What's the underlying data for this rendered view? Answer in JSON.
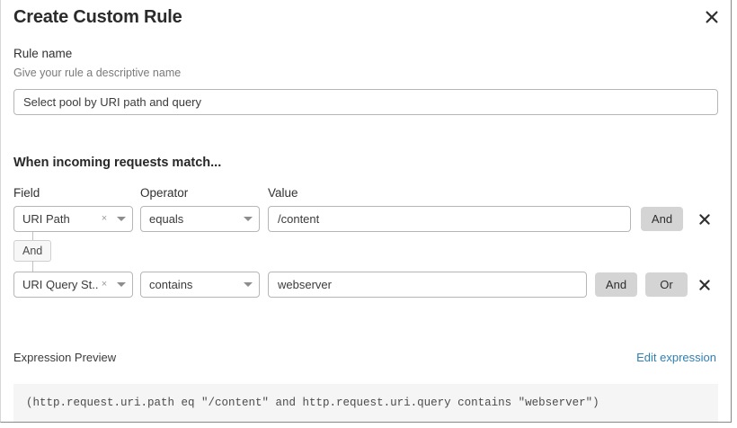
{
  "dialog": {
    "title": "Create Custom Rule",
    "close_icon": "close-icon"
  },
  "rule_name": {
    "label": "Rule name",
    "hint": "Give your rule a descriptive name",
    "value": "Select pool by URI path and query",
    "placeholder": ""
  },
  "conditions": {
    "heading": "When incoming requests match...",
    "columns": {
      "field": "Field",
      "operator": "Operator",
      "value": "Value"
    },
    "connector": {
      "label": "And"
    },
    "rows": [
      {
        "field": "URI Path",
        "operator": "equals",
        "value": "/content",
        "value_placeholder": "",
        "clear_icon": "×",
        "caret_icon": "chevron-down-icon",
        "delete_icon": "close-icon",
        "buttons": [
          "And"
        ]
      },
      {
        "field": "URI Query St...",
        "operator": "contains",
        "value": "webserver",
        "value_placeholder": "",
        "clear_icon": "×",
        "caret_icon": "chevron-down-icon",
        "delete_icon": "close-icon",
        "buttons": [
          "And",
          "Or"
        ]
      }
    ]
  },
  "expression": {
    "label": "Expression Preview",
    "edit_link": "Edit expression",
    "code": "(http.request.uri.path eq \"/content\" and http.request.uri.query contains \"webserver\")"
  },
  "colors": {
    "link": "#2f7fb3",
    "logic_button_bg": "#d4d4d4",
    "code_bg": "#f5f5f5",
    "connector_bg": "#f7f7f7"
  }
}
